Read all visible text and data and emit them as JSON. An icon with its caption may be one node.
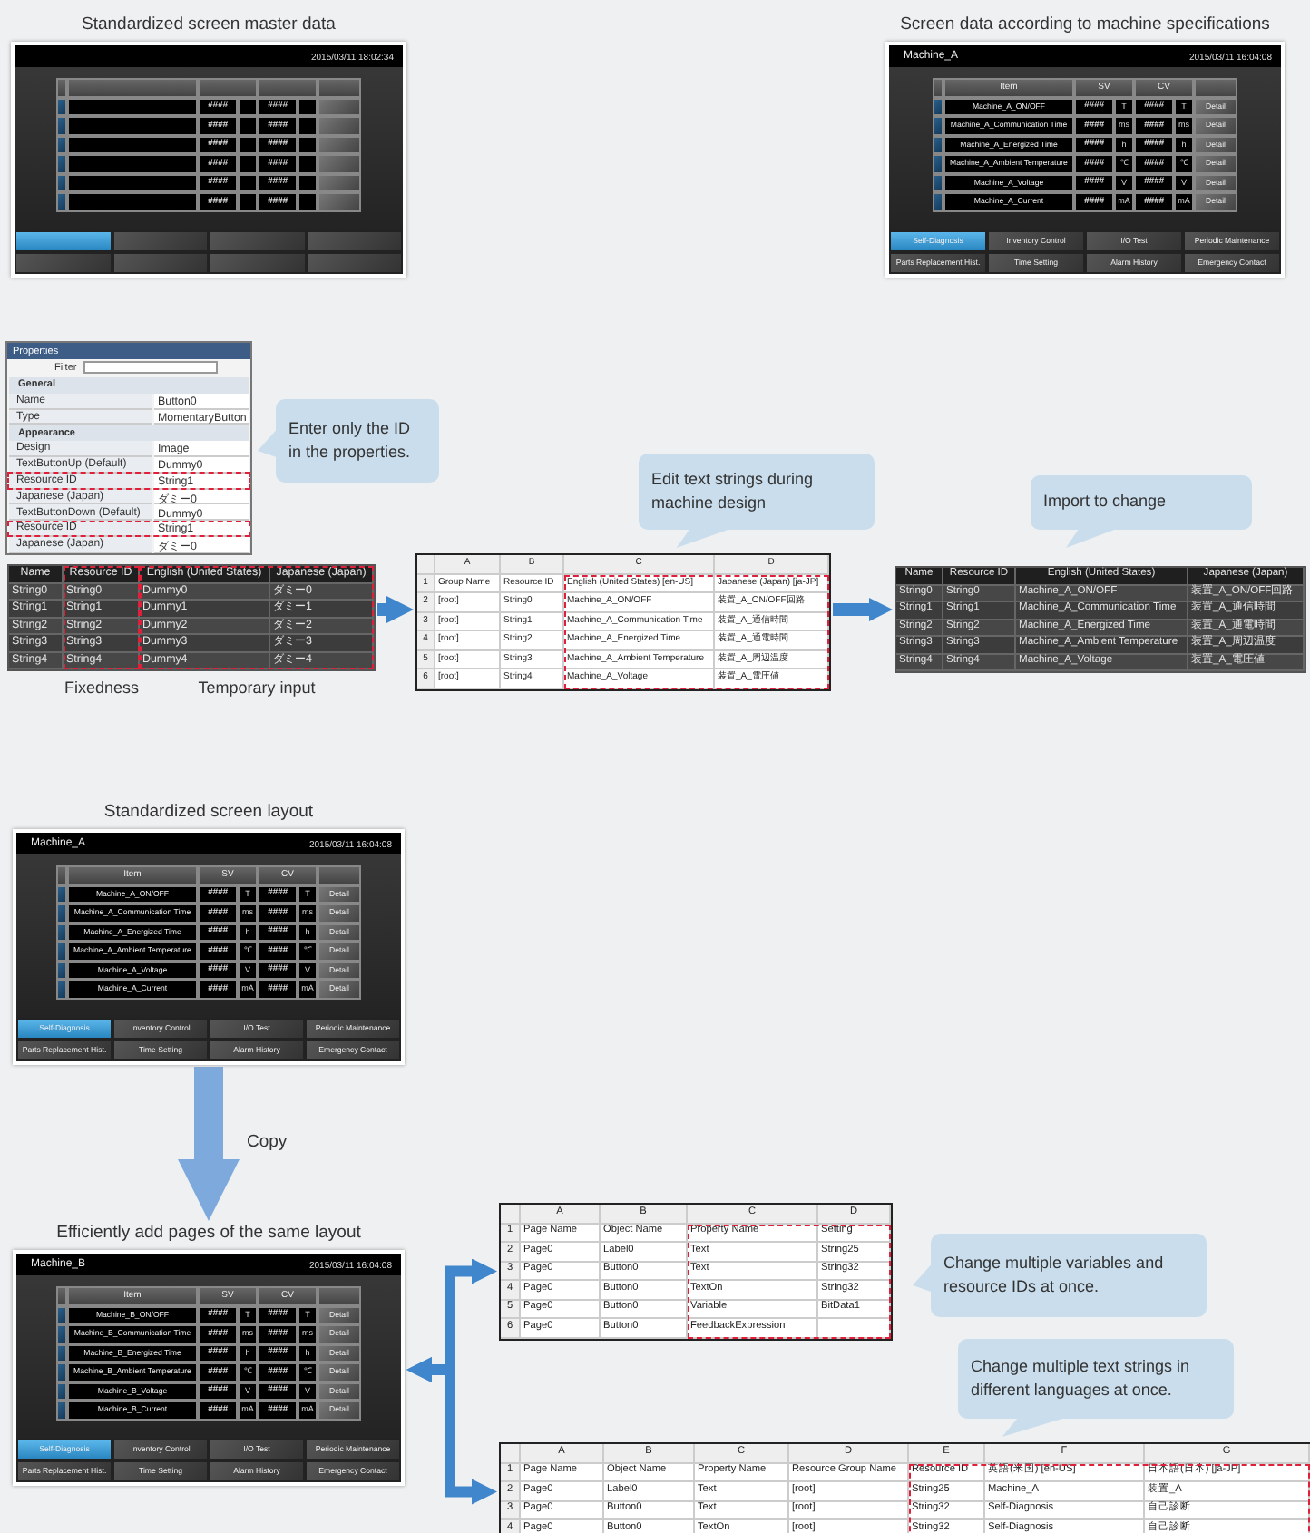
{
  "diagram": {
    "nodes": [
      {
        "text": [
          "Standardized screen master data",
          "2015/03/11 18:02:34",
          "####",
          "####",
          "####",
          "####",
          "####",
          "####",
          "####",
          "####",
          "####",
          "####",
          "####",
          "####"
        ]
      },
      {
        "text": [
          "Screen data according to machine specifications",
          "Machine_A",
          "2015/03/11 16:04:08",
          "Item",
          "SV",
          "CV",
          "Machine_A_ON/OFF",
          "####",
          "T",
          "####",
          "T",
          "Detail",
          "Machine_A_Communication Time",
          "####",
          "ms",
          "####",
          "ms",
          "Detail",
          "Machine_A_Energized Time",
          "####",
          "h",
          "####",
          "h",
          "Detail",
          "Machine_A_Ambient Temperature",
          "####",
          "℃",
          "####",
          "℃",
          "Detail",
          "Machine_A_Voltage",
          "####",
          "V",
          "####",
          "V",
          "Detail",
          "Machine_A_Current",
          "####",
          "mA",
          "####",
          "mA",
          "Detail",
          "Self-Diagnosis",
          "Inventory Control",
          "I/O Test",
          "Periodic Maintenance",
          "Parts Replacement Hist.",
          "Time Setting",
          "Alarm History",
          "Emergency Contact"
        ]
      },
      {
        "text": [
          "Properties",
          "Filter",
          "General",
          "Name",
          "Button0",
          "Type",
          "MomentaryButton",
          "Appearance",
          "Design",
          "Image",
          "TextButtonUp (Default)",
          "Dummy0",
          "Resource ID",
          "String1",
          "Japanese (Japan)",
          "ダミー0",
          "TextButtonDown (Default)",
          "Dummy0",
          "Resource ID",
          "String1",
          "Japanese (Japan)",
          "ダミー0"
        ]
      },
      {
        "text": [
          "Enter only the ID in the properties."
        ]
      },
      {
        "text": [
          "Name",
          "Resource ID",
          "English (United States)",
          "Japanese (Japan)",
          "String0",
          "String0",
          "Dummy0",
          "ダミー0",
          "String1",
          "String1",
          "Dummy1",
          "ダミー1",
          "String2",
          "String2",
          "Dummy2",
          "ダミー2",
          "String3",
          "String3",
          "Dummy3",
          "ダミー3",
          "String4",
          "String4",
          "Dummy4",
          "ダミー4"
        ],
        "beside": [
          "Fixedness",
          "Temporary input"
        ]
      },
      {
        "text": [
          "Edit text strings during machine design"
        ]
      },
      {
        "text": [
          "A",
          "B",
          "C",
          "D",
          "1",
          "Group Name",
          "Resource ID",
          "English (United States) [en-US]",
          "Japanese (Japan) [ja-JP]",
          "2",
          "[root]",
          "String0",
          "Machine_A_ON/OFF",
          "装置_A_ON/OFF回路",
          "3",
          "[root]",
          "String1",
          "Machine_A_Communication Time",
          "装置_A_通信時間",
          "4",
          "[root]",
          "String2",
          "Machine_A_Energized Time",
          "装置_A_通電時間",
          "5",
          "[root]",
          "String3",
          "Machine_A_Ambient Temperature",
          "装置_A_周辺温度",
          "6",
          "[root]",
          "String4",
          "Machine_A_Voltage",
          "装置_A_電圧値"
        ]
      },
      {
        "text": [
          "Import to change"
        ]
      },
      {
        "text": [
          "Name",
          "Resource ID",
          "English (United States)",
          "Japanese (Japan)",
          "String0",
          "String0",
          "Machine_A_ON/OFF",
          "装置_A_ON/OFF回路",
          "String1",
          "String1",
          "Machine_A_Communication Time",
          "装置_A_通信時間",
          "String2",
          "String2",
          "Machine_A_Energized Time",
          "装置_A_通電時間",
          "String3",
          "String3",
          "Machine_A_Ambient Temperature",
          "装置_A_周辺温度",
          "String4",
          "String4",
          "Machine_A_Voltage",
          "装置_A_電圧値"
        ]
      },
      {
        "text": [
          "Standardized screen layout",
          "Machine_A",
          "2015/03/11 16:04:08",
          "Item",
          "SV",
          "CV",
          "Machine_A_ON/OFF",
          "####",
          "T",
          "####",
          "T",
          "Detail",
          "Machine_A_Communication Time",
          "####",
          "ms",
          "####",
          "ms",
          "Detail",
          "Machine_A_Energized Time",
          "####",
          "h",
          "####",
          "h",
          "Detail",
          "Machine_A_Ambient Temperature",
          "####",
          "℃",
          "####",
          "℃",
          "Detail",
          "Machine_A_Voltage",
          "####",
          "V",
          "####",
          "V",
          "Detail",
          "Machine_A_Current",
          "####",
          "mA",
          "####",
          "mA",
          "Detail",
          "Self-Diagnosis",
          "Inventory Control",
          "I/O Test",
          "Periodic Maintenance",
          "Parts Replacement Hist.",
          "Time Setting",
          "Alarm History",
          "Emergency Contact"
        ]
      },
      {
        "text": [
          "Efficiently add pages of the same layout",
          "Machine_B",
          "2015/03/11 16:04:08",
          "Item",
          "SV",
          "CV",
          "Machine_B_ON/OFF",
          "####",
          "T",
          "####",
          "T",
          "Detail",
          "Machine_B_Communication Time",
          "####",
          "ms",
          "####",
          "ms",
          "Detail",
          "Machine_B_Energized Time",
          "####",
          "h",
          "####",
          "h",
          "Detail",
          "Machine_B_Ambient Temperature",
          "####",
          "℃",
          "####",
          "℃",
          "Detail",
          "Machine_B_Voltage",
          "####",
          "V",
          "####",
          "V",
          "Detail",
          "Machine_B_Current",
          "####",
          "mA",
          "####",
          "mA",
          "Detail",
          "Self-Diagnosis",
          "Inventory Control",
          "I/O Test",
          "Periodic Maintenance",
          "Parts Replacement Hist.",
          "Time Setting",
          "Alarm History",
          "Emergency Contact"
        ]
      },
      {
        "text": [
          "A",
          "B",
          "C",
          "D",
          "1",
          "Page Name",
          "Object Name",
          "Property Name",
          "Setting",
          "2",
          "Page0",
          "Label0",
          "Text",
          "String25",
          "3",
          "Page0",
          "Button0",
          "Text",
          "String32",
          "4",
          "Page0",
          "Button0",
          "TextOn",
          "String32",
          "5",
          "Page0",
          "Button0",
          "Variable",
          "BitData1",
          "6",
          "Page0",
          "Button0",
          "FeedbackExpression"
        ]
      },
      {
        "text": [
          "Change multiple variables and resource IDs at once."
        ]
      },
      {
        "text": [
          "Change multiple text strings in different languages at once."
        ]
      },
      {
        "text": [
          "A",
          "B",
          "C",
          "D",
          "E",
          "F",
          "G",
          "1",
          "Page Name",
          "Object Name",
          "Property Name",
          "Resource Group Name",
          "Resource ID",
          "英語(米国) [en-US]",
          "日本語(日本) [ja-JP]",
          "2",
          "Page0",
          "Label0",
          "Text",
          "[root]",
          "String25",
          "Machine_A",
          "装置_A",
          "3",
          "Page0",
          "Button0",
          "Text",
          "[root]",
          "String32",
          "Self-Diagnosis",
          "自己診断",
          "4",
          "Page0",
          "Button0",
          "TextOn",
          "[root]",
          "String32",
          "Self-Diagnosis",
          "自己診断"
        ]
      }
    ],
    "edges": [
      {
        "from": 4,
        "to": 6,
        "arrow": "to"
      },
      {
        "from": 6,
        "to": 8,
        "arrow": "to"
      },
      {
        "from": 9,
        "to": 10,
        "arrow": "to",
        "label": "Copy",
        "style": "thick"
      },
      {
        "from": 10,
        "to": 11,
        "arrow": "both"
      },
      {
        "from": 10,
        "to": 14,
        "arrow": "both"
      }
    ]
  }
}
